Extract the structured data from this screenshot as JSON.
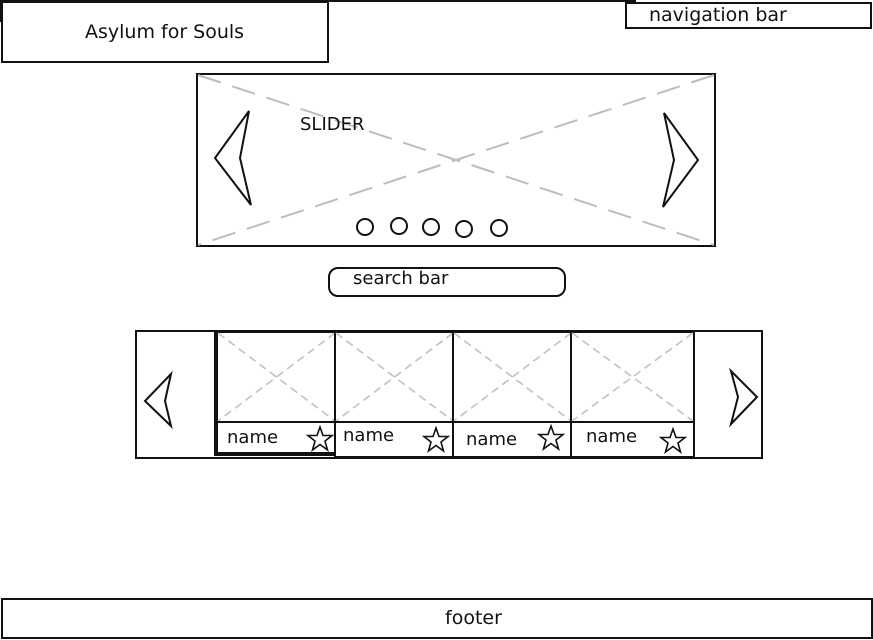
{
  "header": {
    "logo_text": "Asylum for Souls"
  },
  "nav": {
    "label": "navigation bar"
  },
  "slider": {
    "label": "SLIDER",
    "prev_icon": "chevron-left-icon",
    "next_icon": "chevron-right-icon",
    "dot_count": 5
  },
  "search": {
    "label": "search bar"
  },
  "carousel": {
    "prev_icon": "chevron-left-icon",
    "next_icon": "chevron-right-icon",
    "cards": [
      {
        "name": "name",
        "icon": "star-icon"
      },
      {
        "name": "name",
        "icon": "star-icon"
      },
      {
        "name": "name",
        "icon": "star-icon"
      },
      {
        "name": "name",
        "icon": "star-icon"
      }
    ]
  },
  "footer": {
    "label": "footer"
  }
}
